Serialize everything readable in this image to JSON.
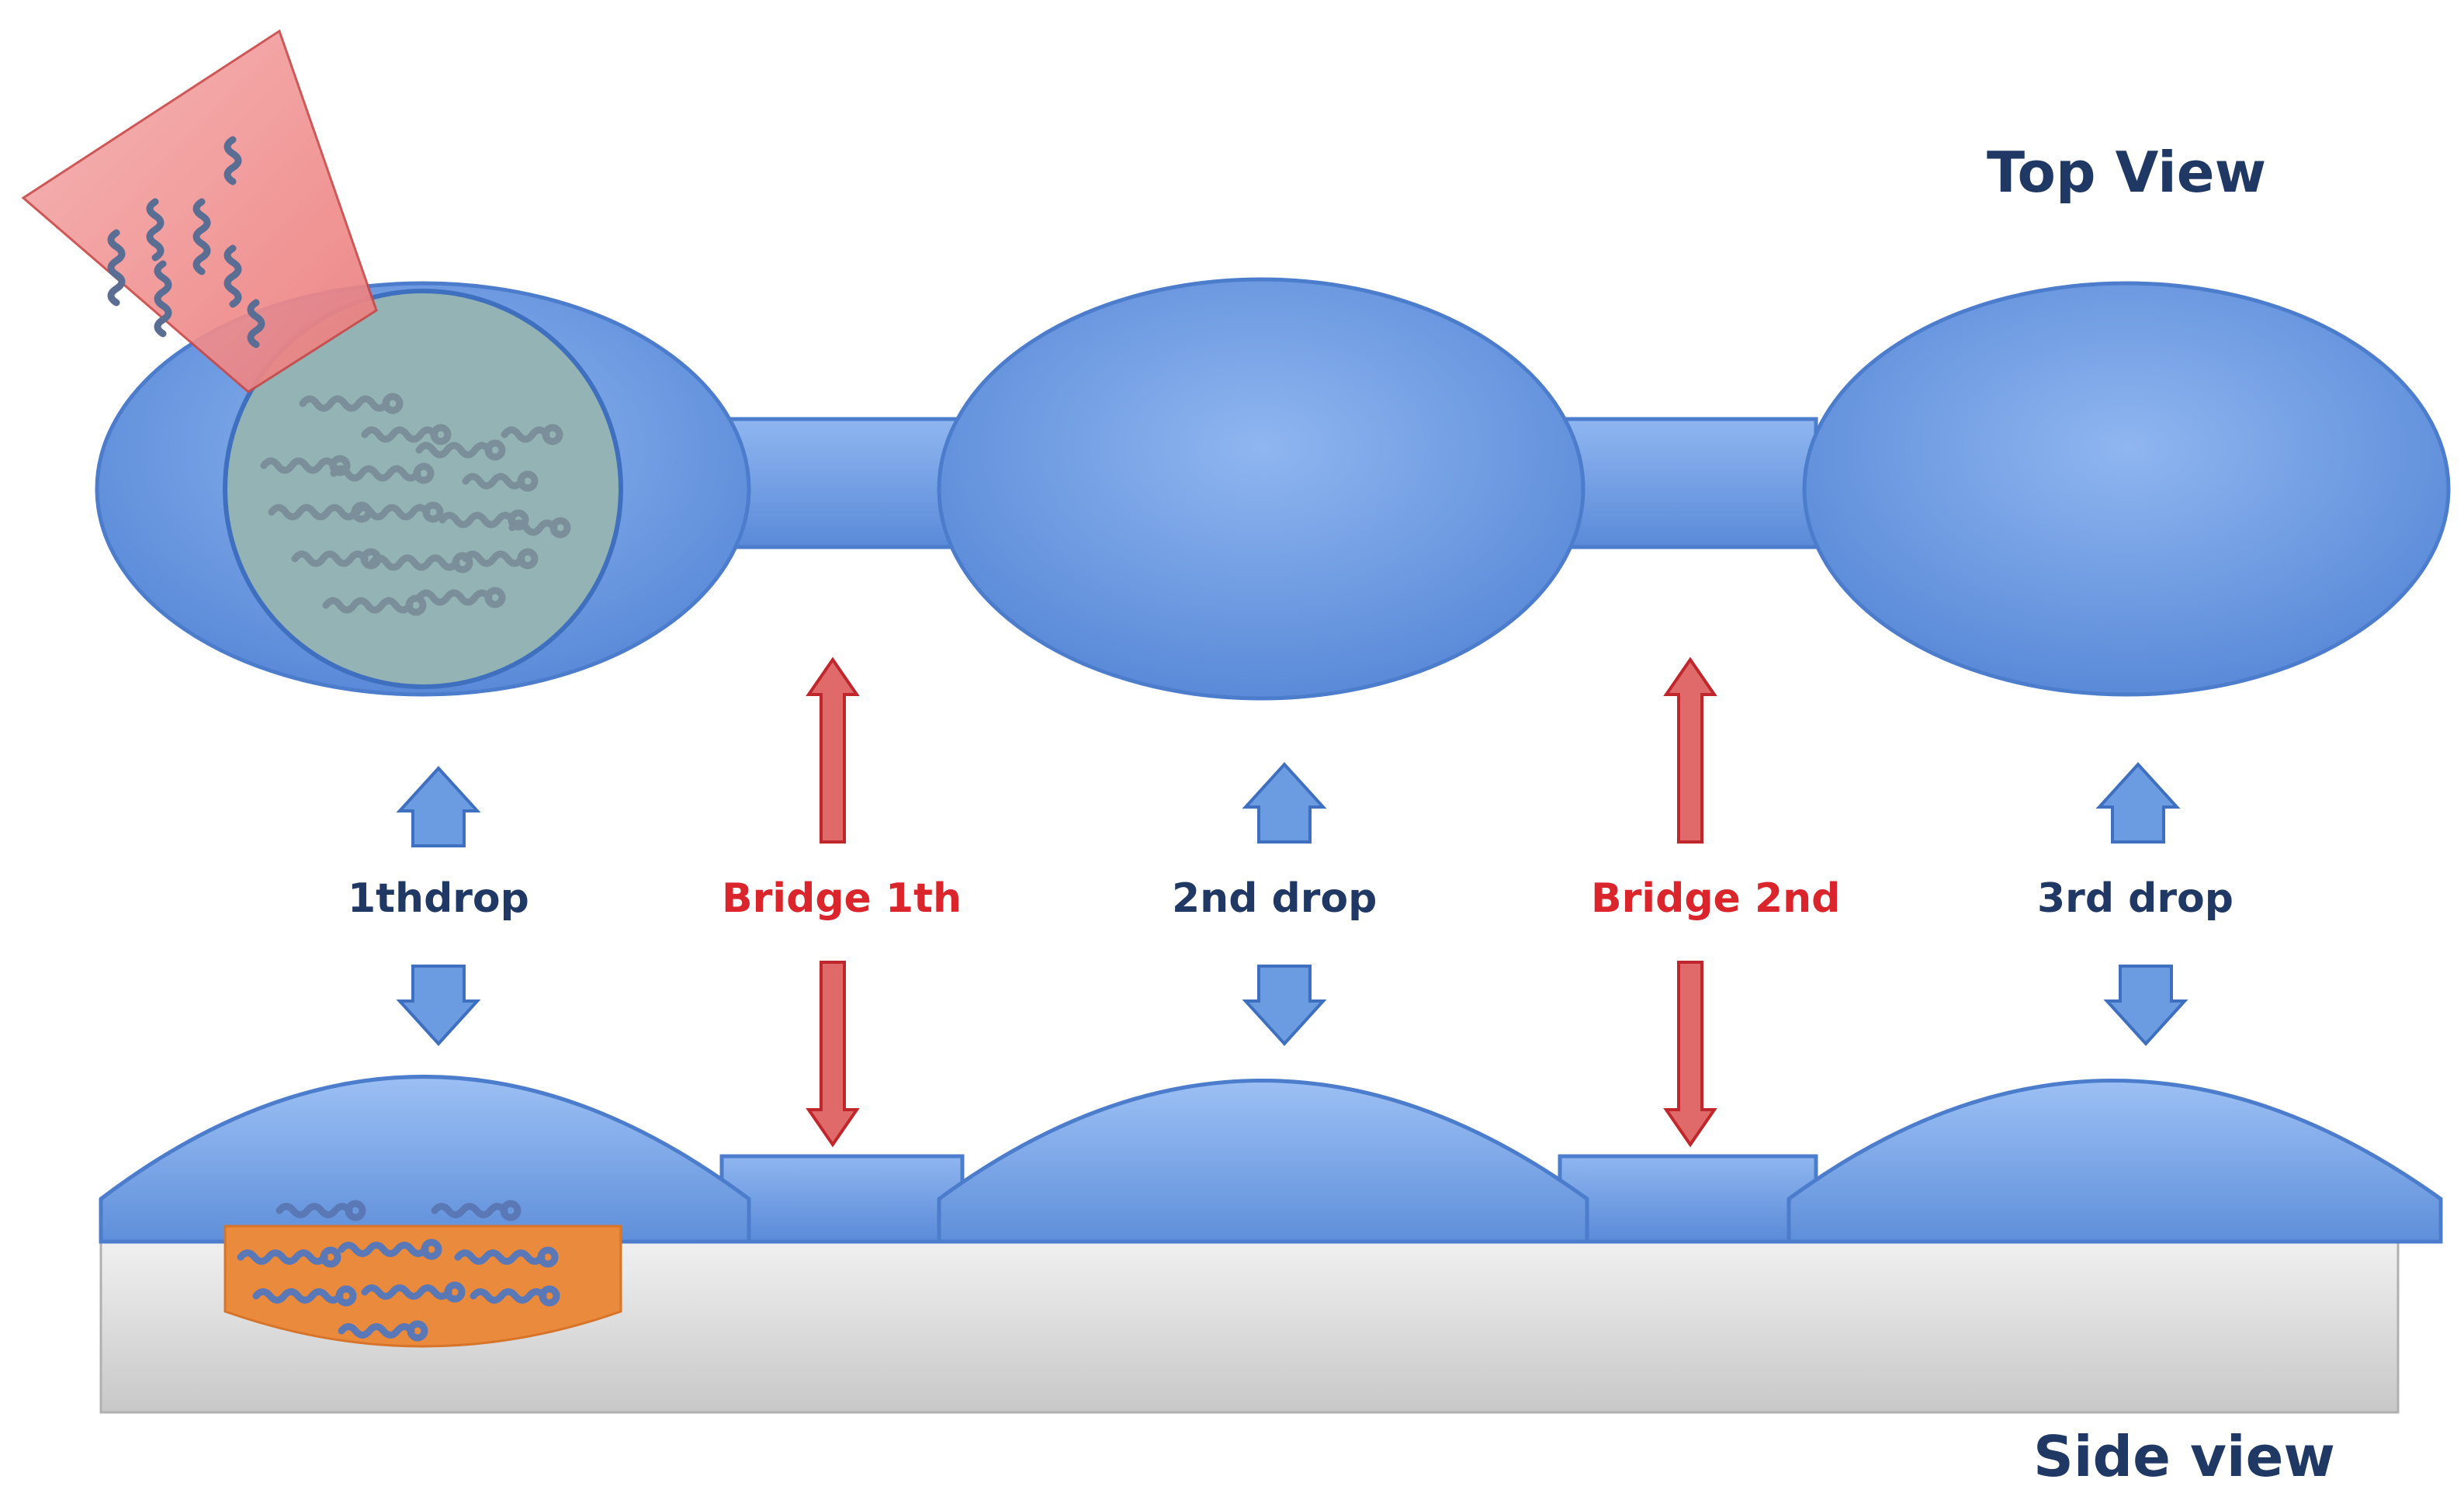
{
  "views": {
    "top": "Top View",
    "side": "Side view"
  },
  "labels": {
    "drop1": {
      "num": "1th",
      "word": "drop"
    },
    "bridge1": {
      "word": "Bridge",
      "num": "1th"
    },
    "drop2": {
      "num": "2nd",
      "word": "drop"
    },
    "bridge2": {
      "word": "Bridge",
      "num": "2nd"
    },
    "drop3": {
      "num": "3rd",
      "word": "drop"
    }
  },
  "colors": {
    "droplet": "#6b9be0",
    "droplet_edge": "#3f6fbf",
    "sample_spot": "#93b3b5",
    "substrate": "#d6d6d6",
    "patch": "#ea8a3d",
    "cone": "#f08a8a",
    "drop_arrow": "#6b9be0",
    "bridge_arrow": "#d9252b",
    "label_dark": "#1f3864",
    "label_red": "#d9252b"
  }
}
